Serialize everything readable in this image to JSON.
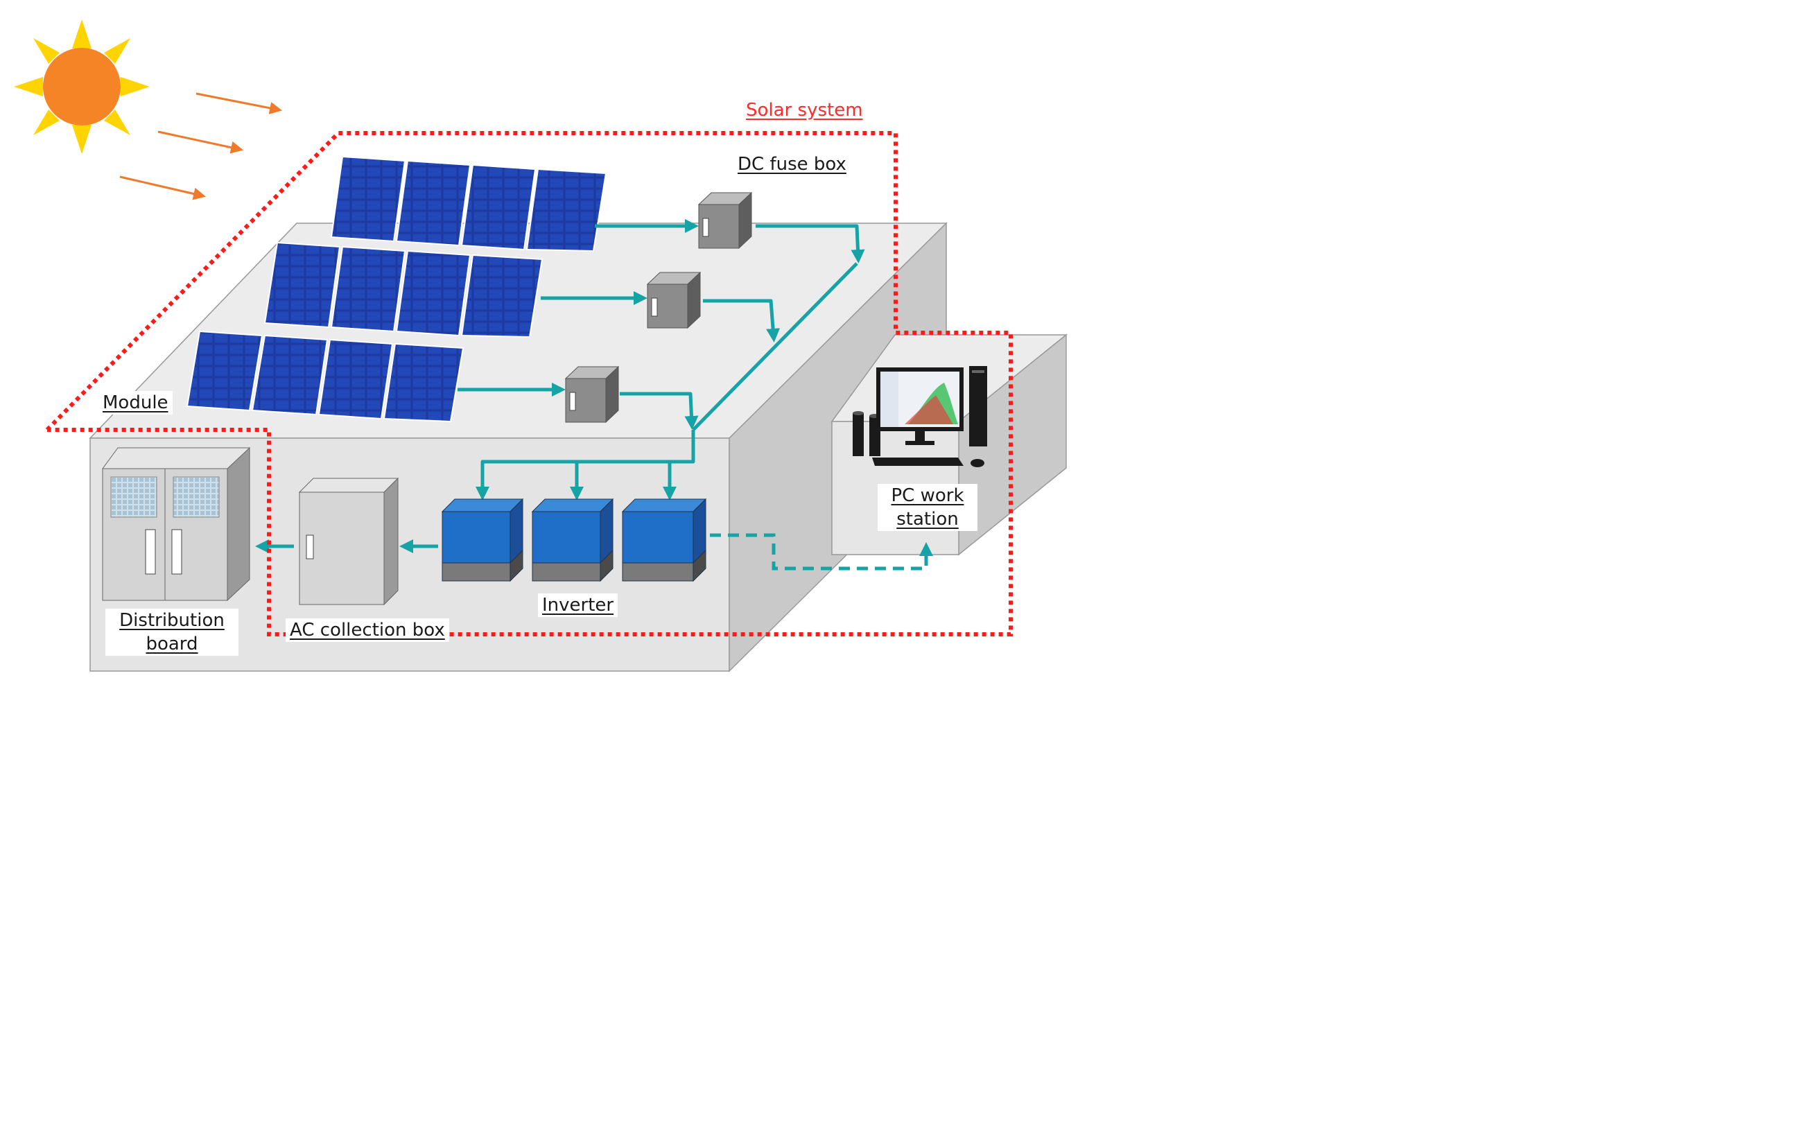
{
  "colors": {
    "sun_core": "#f58426",
    "sun_rays": "#ffd400",
    "light_arrows": "#f07a2a",
    "flow_arrows": "#16a3a5",
    "boundary": "#ff1a1a",
    "building_top": "#ececec",
    "building_side": "#cfcfcf",
    "panel_blue": "#1c3aa0",
    "inverter_blue": "#1f6fc9",
    "cabinet_gray": "#d9d9d9"
  },
  "labels": {
    "solar_system": "Solar system",
    "dc_fuse_box": "DC fuse box",
    "module": "Module",
    "distribution_board": "Distribution board",
    "ac_collection_box": "AC collection box",
    "inverter": "Inverter",
    "pc_work_station": "PC work station"
  },
  "icons": [
    "sun-icon",
    "solar-panel-icon",
    "fuse-box-icon",
    "inverter-icon",
    "cabinet-icon",
    "computer-icon"
  ]
}
